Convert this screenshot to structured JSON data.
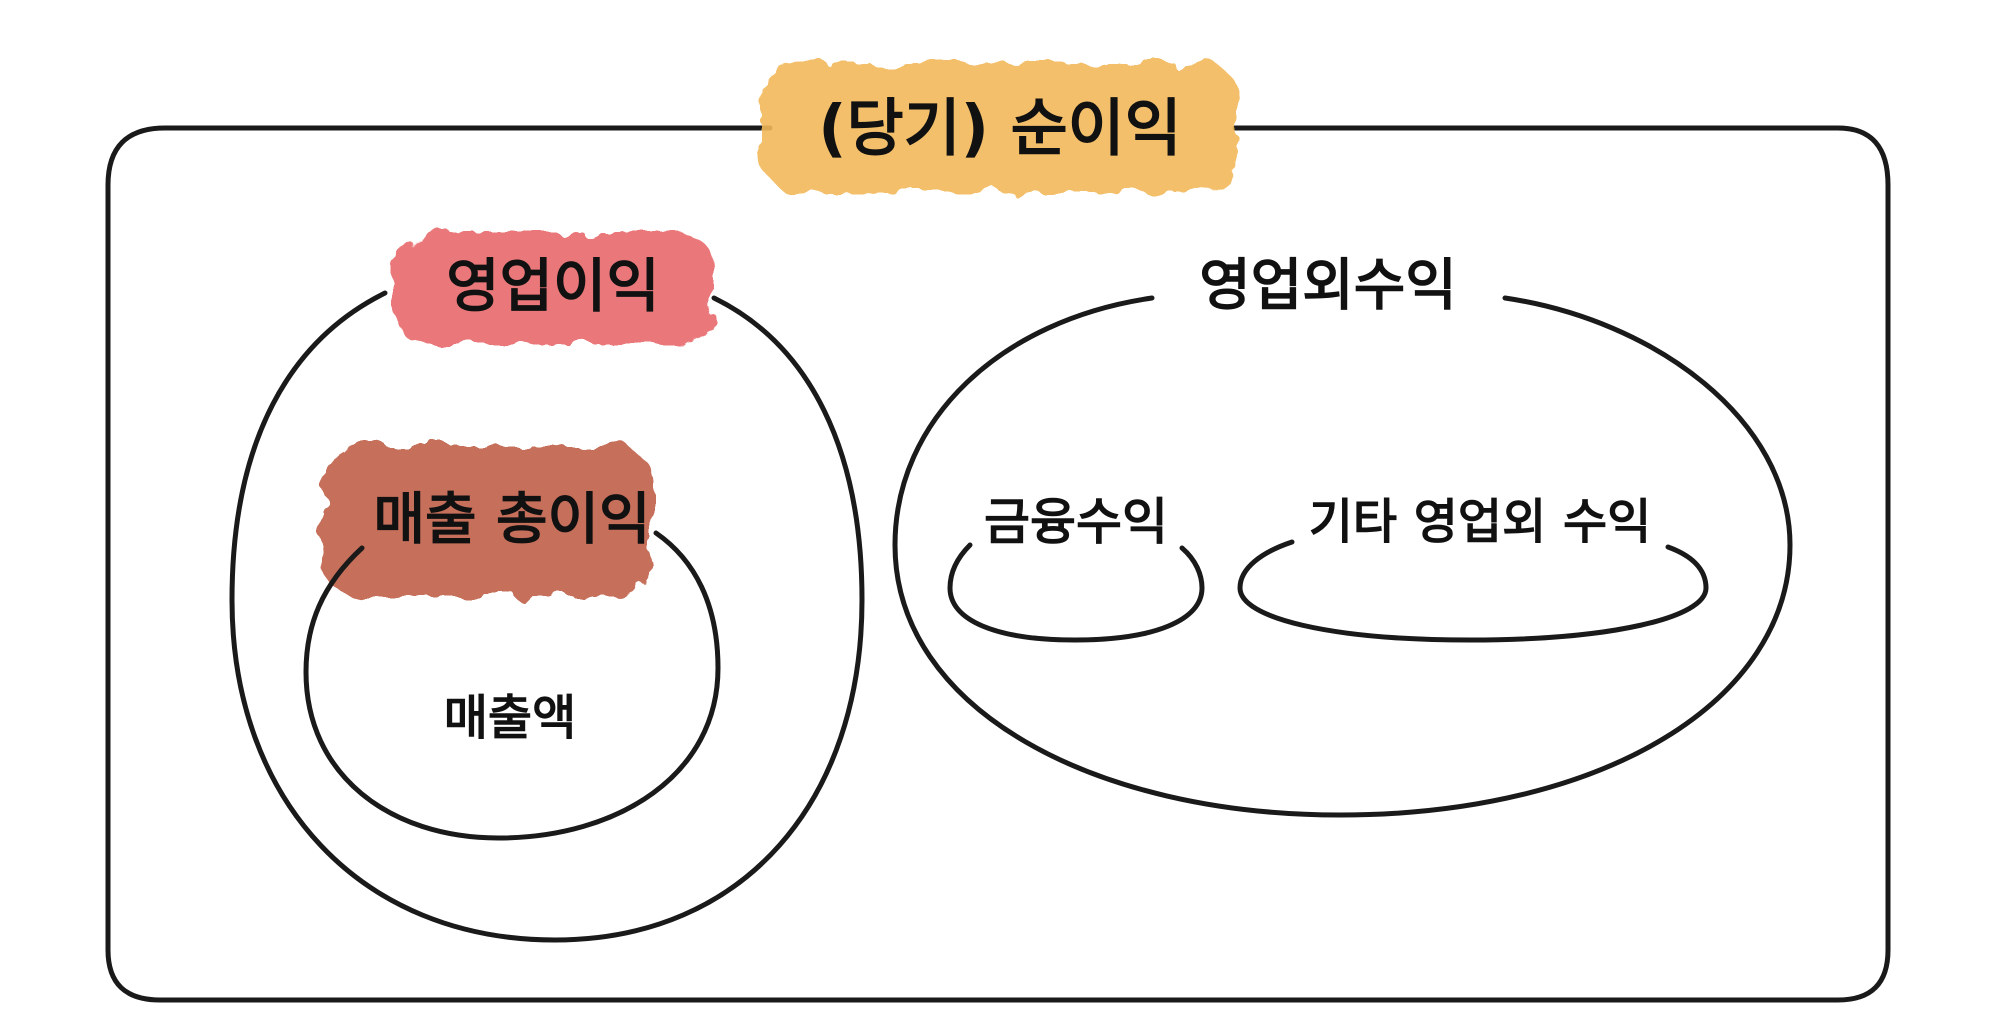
{
  "diagram": {
    "net_income": {
      "label": "(당기) 순이익",
      "highlight": "#f2b95a"
    },
    "operating_income": {
      "label": "영업이익",
      "highlight": "#e86a6c"
    },
    "gross_profit": {
      "label": "매출 총이익",
      "highlight": "#c0604a"
    },
    "revenue": {
      "label": "매출액"
    },
    "non_operating_income": {
      "label": "영업외수익"
    },
    "financial_income": {
      "label": "금융수익"
    },
    "other_non_operating_income": {
      "label": "기타 영업외 수익"
    }
  }
}
